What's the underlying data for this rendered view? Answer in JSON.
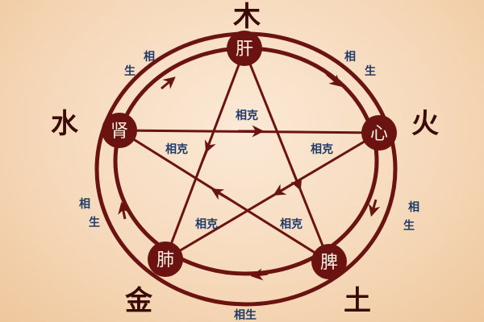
{
  "colors": {
    "line": "#6a1310",
    "node": "#6a1310",
    "text": "#1f3a68"
  },
  "elements": {
    "wood": "木",
    "fire": "火",
    "earth": "土",
    "metal": "金",
    "water": "水"
  },
  "organs": {
    "liver": "肝",
    "heart": "心",
    "spleen": "脾",
    "lung": "肺",
    "kidney": "肾"
  },
  "relations": {
    "generating": "相生",
    "generating_top": "相",
    "generating_bottom": "生",
    "controlling": "相克"
  }
}
